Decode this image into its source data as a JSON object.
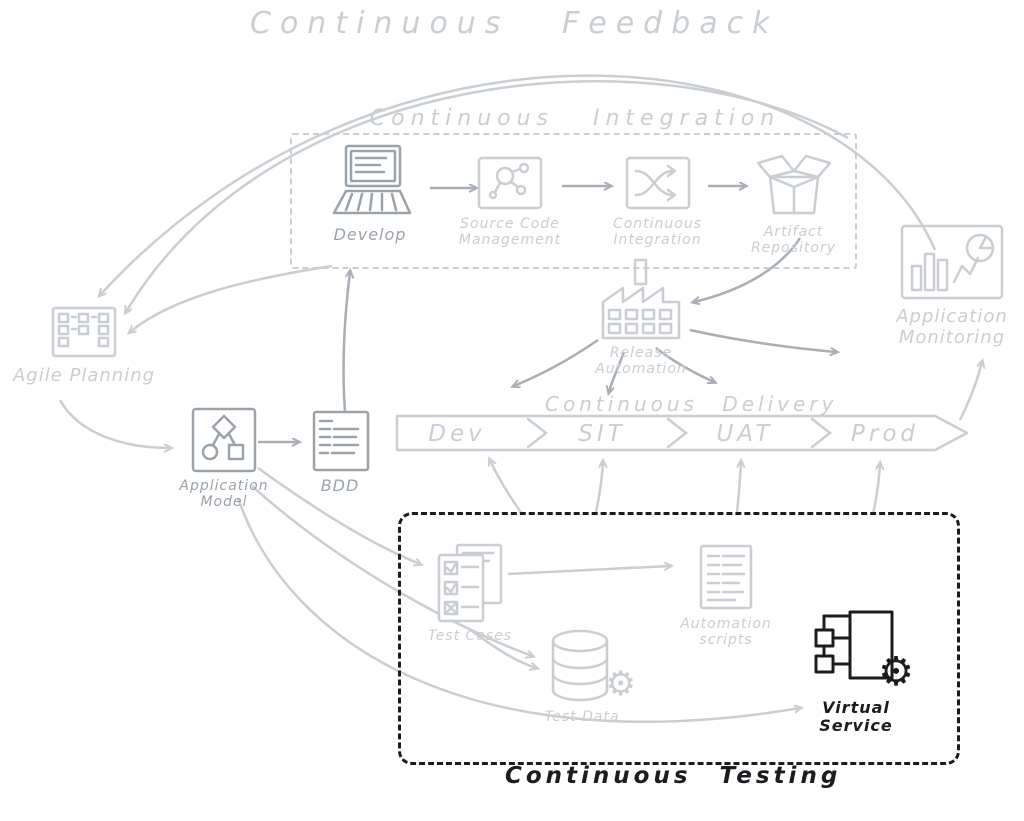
{
  "titles": {
    "feedback": "Continuous Feedback",
    "ci": "Continuous Integration",
    "cd": "Continuous Delivery",
    "ct": "Continuous Testing"
  },
  "nodes": {
    "develop": "Develop",
    "scm": "Source Code Management",
    "ci": "Continuous Integration",
    "artifact": "Artifact Repository",
    "monitoring": "Application Monitoring",
    "agile": "Agile Planning",
    "app_model": "Application Model",
    "bdd": "BDD",
    "release": "Release Automation",
    "test_cases": "Test Cases",
    "test_data": "Test Data",
    "automation_scripts": "Automation scripts",
    "virtual_service": "Virtual Service"
  },
  "pipeline": {
    "stages": [
      "Dev",
      "SIT",
      "UAT",
      "Prod"
    ]
  },
  "glyphs": {
    "gear": "⚙"
  },
  "colors": {
    "faded": "#c9ced3",
    "mid": "#9aa2aa",
    "dark": "#1a1d20"
  }
}
